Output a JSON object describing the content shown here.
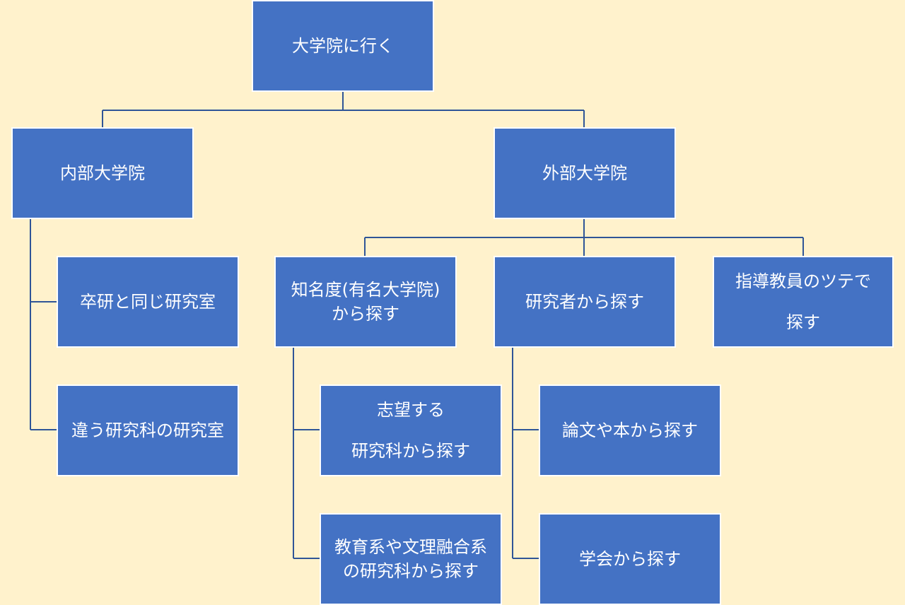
{
  "nodes": {
    "root": [
      "大学院に行く"
    ],
    "internal": [
      "内部大学院"
    ],
    "external": [
      "外部大学院"
    ],
    "internal_same_lab": [
      "卒研と同じ研究室"
    ],
    "internal_other_lab": [
      "違う研究科の研究室"
    ],
    "by_reputation": [
      "知名度(有名大学院)",
      "から探す"
    ],
    "by_researcher": [
      "研究者から探す"
    ],
    "by_advisor": [
      "指導教員のツテで",
      "探す"
    ],
    "desired_dept": [
      "志望する",
      "研究科から探す"
    ],
    "interdisciplinary": [
      "教育系や文理融合系",
      "の研究科から探す"
    ],
    "papers_books": [
      "論文や本から探す"
    ],
    "academic_society": [
      "学会から探す"
    ]
  },
  "colors": {
    "background": "#fff2cc",
    "node_fill": "#4472c4",
    "node_border": "#ffffff",
    "node_text": "#ffffff",
    "connector": "#2f5597"
  }
}
